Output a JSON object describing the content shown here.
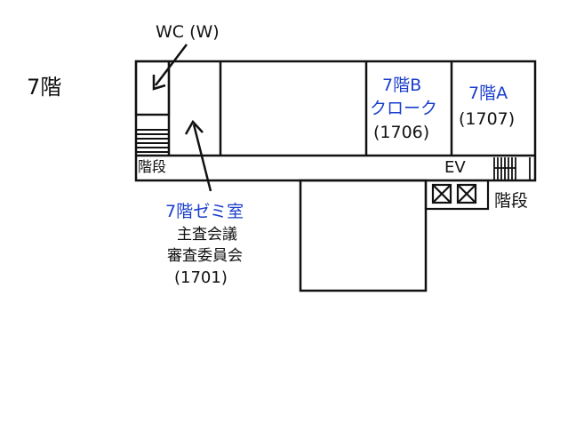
{
  "floor_label": "7階",
  "labels": {
    "wc": "WC (W)",
    "stairs_left": "階段",
    "stairs_right": "階段",
    "elevator": "EV",
    "zemi_title": "7階ゼミ室",
    "zemi_line2": "主査会議",
    "zemi_line3": "審査委員会",
    "zemi_number": "(1701)",
    "room_b_line1": "7階B",
    "room_b_line2": "クローク",
    "room_b_number": "(1706)",
    "room_a_line1": "7階A",
    "room_a_number": "(1707)"
  },
  "colors": {
    "line": "#111111",
    "room_highlight_text": "#1a3dcc",
    "plain_text": "#111111"
  }
}
